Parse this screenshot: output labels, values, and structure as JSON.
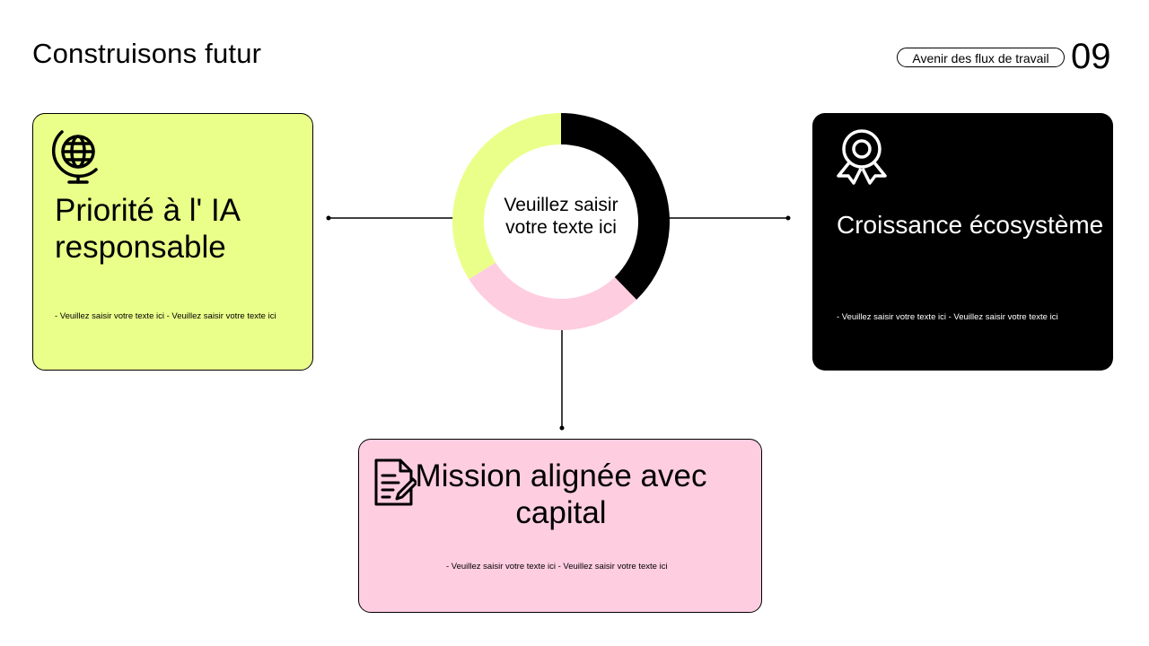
{
  "header": {
    "title": "Construisons futur",
    "tag": "Avenir des flux de travail",
    "page_number": "09"
  },
  "center": {
    "label": "Veuillez saisir votre texte ici",
    "ring_segments": [
      {
        "color": "#000000",
        "start_deg": 0,
        "end_deg": 136
      },
      {
        "color": "#ffcde0",
        "start_deg": 136,
        "end_deg": 238
      },
      {
        "color": "#eaff8a",
        "start_deg": 238,
        "end_deg": 360
      }
    ]
  },
  "cards": {
    "left": {
      "icon": "globe-icon",
      "title": "Priorité à l' IA responsable",
      "body": "- Veuillez saisir votre texte ici - Veuillez saisir votre texte ici",
      "color": "#eaff8a"
    },
    "right": {
      "icon": "award-ribbon-icon",
      "title": "Croissance écosystème",
      "body": "- Veuillez saisir votre texte ici - Veuillez saisir votre texte ici",
      "color": "#000000"
    },
    "bottom": {
      "icon": "document-edit-icon",
      "title": "Mission alignée avec capital",
      "body": "- Veuillez saisir votre texte ici - Veuillez saisir votre texte ici",
      "color": "#ffcde0"
    }
  }
}
